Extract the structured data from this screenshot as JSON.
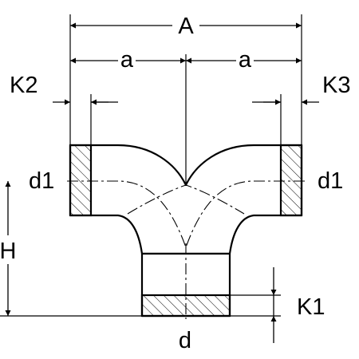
{
  "labels": {
    "A": "A",
    "a_left": "a",
    "a_right": "a",
    "K2": "K2",
    "K3": "K3",
    "d1_left": "d1",
    "d1_right": "d1",
    "H": "H",
    "K1": "K1",
    "d": "d"
  },
  "colors": {
    "line": "#000000",
    "background": "#ffffff"
  }
}
